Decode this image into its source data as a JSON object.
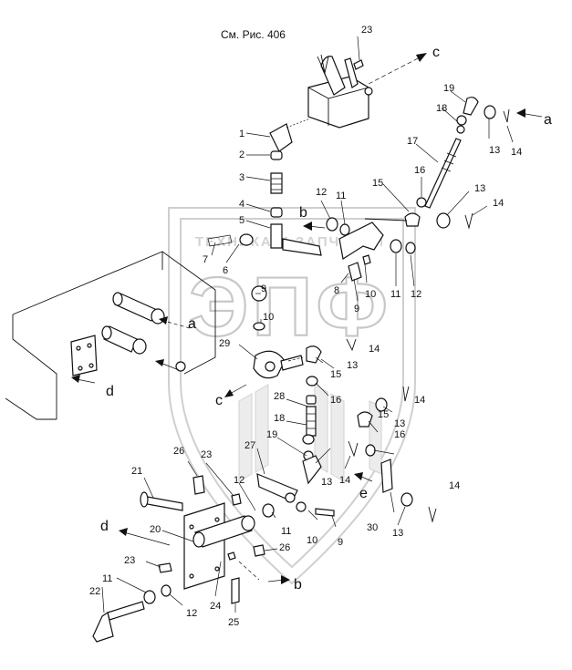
{
  "diagram": {
    "reference": "См. Рис. 406",
    "watermark_text": "ТЕХНИКА И ЗАПЧАСТИ",
    "watermark_logo": "ЭПФ",
    "part_numbers": [
      {
        "id": "n23a",
        "text": "23"
      },
      {
        "id": "n1",
        "text": "1"
      },
      {
        "id": "n2",
        "text": "2"
      },
      {
        "id": "n3",
        "text": "3"
      },
      {
        "id": "n4",
        "text": "4"
      },
      {
        "id": "n5",
        "text": "5"
      },
      {
        "id": "n6",
        "text": "6"
      },
      {
        "id": "n7",
        "text": "7"
      },
      {
        "id": "n19a",
        "text": "19"
      },
      {
        "id": "n18a",
        "text": "18"
      },
      {
        "id": "n13a",
        "text": "13"
      },
      {
        "id": "n14a",
        "text": "14"
      },
      {
        "id": "n17",
        "text": "17"
      },
      {
        "id": "n16a",
        "text": "16"
      },
      {
        "id": "n15a",
        "text": "15"
      },
      {
        "id": "n13b",
        "text": "13"
      },
      {
        "id": "n14b",
        "text": "14"
      },
      {
        "id": "n12a",
        "text": "12"
      },
      {
        "id": "n11a",
        "text": "11"
      },
      {
        "id": "n8",
        "text": "8"
      },
      {
        "id": "n10a",
        "text": "10"
      },
      {
        "id": "n9a",
        "text": "9"
      },
      {
        "id": "n11b",
        "text": "11"
      },
      {
        "id": "n12b",
        "text": "12"
      },
      {
        "id": "n9b",
        "text": "9"
      },
      {
        "id": "n10b",
        "text": "10"
      },
      {
        "id": "n29",
        "text": "29"
      },
      {
        "id": "n13c",
        "text": "13"
      },
      {
        "id": "n15b",
        "text": "15"
      },
      {
        "id": "n14c",
        "text": "14"
      },
      {
        "id": "n28",
        "text": "28"
      },
      {
        "id": "n16b",
        "text": "16"
      },
      {
        "id": "n18b",
        "text": "18"
      },
      {
        "id": "n19b",
        "text": "19"
      },
      {
        "id": "n27",
        "text": "27"
      },
      {
        "id": "n14d",
        "text": "14"
      },
      {
        "id": "n13d",
        "text": "13"
      },
      {
        "id": "n15c",
        "text": "15"
      },
      {
        "id": "n16c",
        "text": "16"
      },
      {
        "id": "n13e",
        "text": "13"
      },
      {
        "id": "n14e",
        "text": "14"
      },
      {
        "id": "n26a",
        "text": "26"
      },
      {
        "id": "n23b",
        "text": "23"
      },
      {
        "id": "n21",
        "text": "21"
      },
      {
        "id": "n12c",
        "text": "12"
      },
      {
        "id": "n11c",
        "text": "11"
      },
      {
        "id": "n10c",
        "text": "10"
      },
      {
        "id": "n9c",
        "text": "9"
      },
      {
        "id": "n30",
        "text": "30"
      },
      {
        "id": "n13f",
        "text": "13"
      },
      {
        "id": "n14f",
        "text": "14"
      },
      {
        "id": "n20",
        "text": "20"
      },
      {
        "id": "n26b",
        "text": "26"
      },
      {
        "id": "n23c",
        "text": "23"
      },
      {
        "id": "n11d",
        "text": "11"
      },
      {
        "id": "n22",
        "text": "22"
      },
      {
        "id": "n12d",
        "text": "12"
      },
      {
        "id": "n24",
        "text": "24"
      },
      {
        "id": "n25",
        "text": "25"
      }
    ],
    "connection_letters": [
      {
        "id": "c_top",
        "text": "c"
      },
      {
        "id": "a_right",
        "text": "a"
      },
      {
        "id": "b_mid",
        "text": "b"
      },
      {
        "id": "a_left",
        "text": "a"
      },
      {
        "id": "d_left",
        "text": "d"
      },
      {
        "id": "c_mid",
        "text": "c"
      },
      {
        "id": "e_mid",
        "text": "e"
      },
      {
        "id": "d_bot",
        "text": "d"
      },
      {
        "id": "b_bot",
        "text": "b"
      }
    ]
  }
}
